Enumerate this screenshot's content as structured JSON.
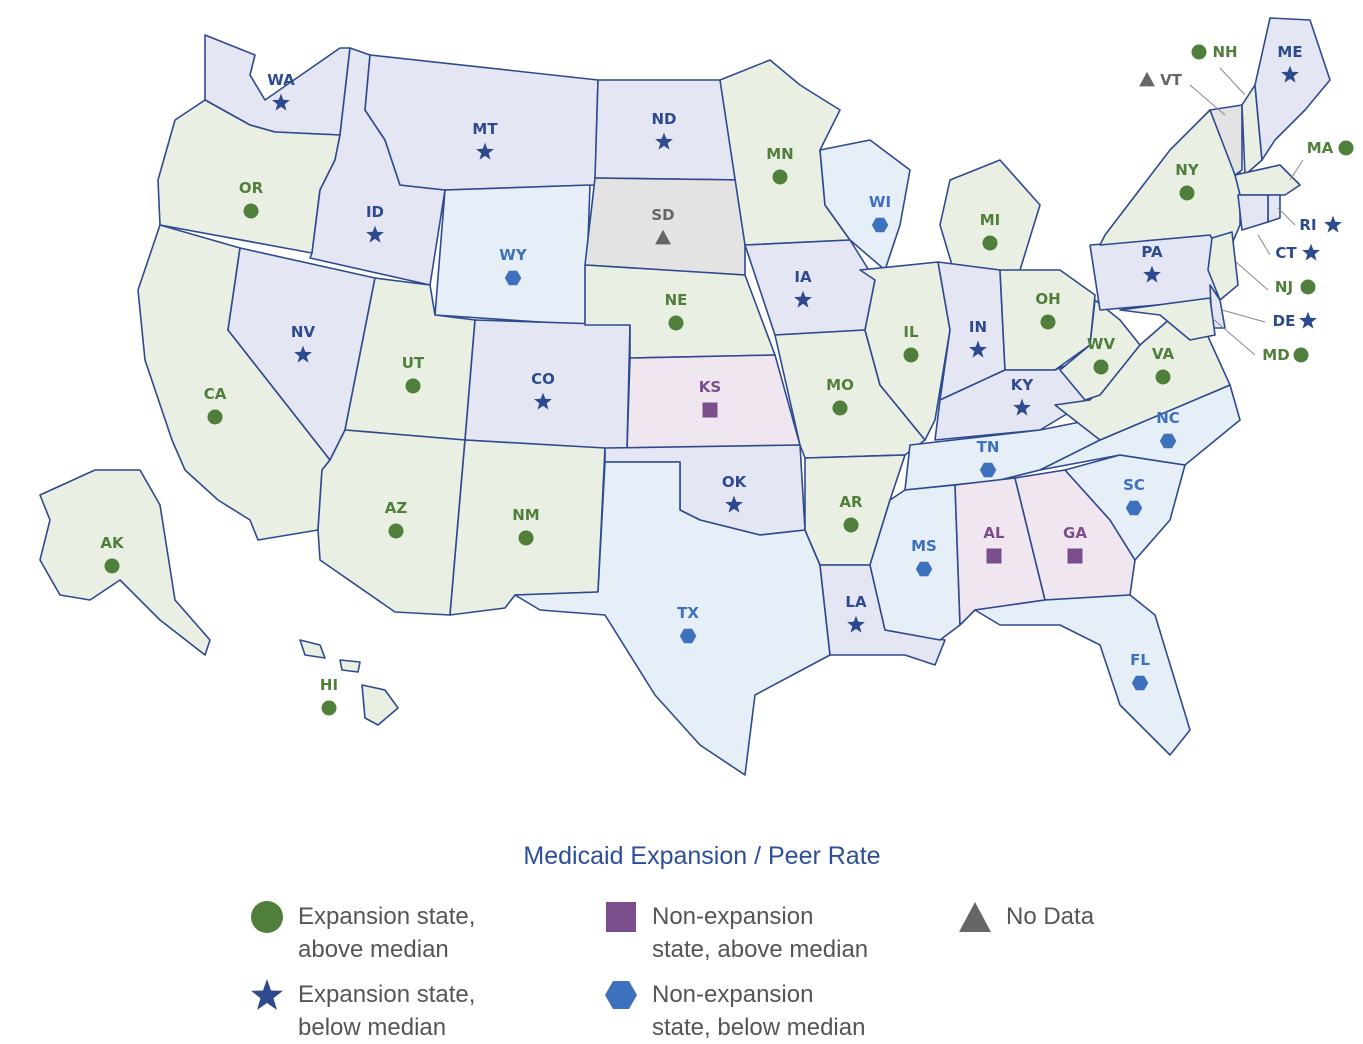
{
  "colors": {
    "expansion_fill": "#eaefe3",
    "expansion_above_marker": "#4f7f3a",
    "expansion_below_fill": "#e4e6f3",
    "expansion_below_marker": "#2e4a8f",
    "nonexp_above_fill": "#efe6f0",
    "nonexp_above_marker": "#7a4e8c",
    "nonexp_below_fill": "#e6eef8",
    "nonexp_below_marker": "#3d70bd",
    "nodata_fill": "#e3e3e3",
    "nodata_marker": "#666666",
    "border": "#2e4a8f"
  },
  "map": {
    "states": [
      {
        "abbr": "WA",
        "category": "expansion_below"
      },
      {
        "abbr": "OR",
        "category": "expansion_above"
      },
      {
        "abbr": "CA",
        "category": "expansion_above"
      },
      {
        "abbr": "ID",
        "category": "expansion_below"
      },
      {
        "abbr": "NV",
        "category": "expansion_below"
      },
      {
        "abbr": "MT",
        "category": "expansion_below"
      },
      {
        "abbr": "WY",
        "category": "nonexp_below"
      },
      {
        "abbr": "UT",
        "category": "expansion_above"
      },
      {
        "abbr": "AZ",
        "category": "expansion_above"
      },
      {
        "abbr": "CO",
        "category": "expansion_below"
      },
      {
        "abbr": "NM",
        "category": "expansion_above"
      },
      {
        "abbr": "ND",
        "category": "expansion_below"
      },
      {
        "abbr": "SD",
        "category": "no_data"
      },
      {
        "abbr": "NE",
        "category": "expansion_above"
      },
      {
        "abbr": "KS",
        "category": "nonexp_above"
      },
      {
        "abbr": "OK",
        "category": "expansion_below"
      },
      {
        "abbr": "TX",
        "category": "nonexp_below"
      },
      {
        "abbr": "MN",
        "category": "expansion_above"
      },
      {
        "abbr": "IA",
        "category": "expansion_below"
      },
      {
        "abbr": "MO",
        "category": "expansion_above"
      },
      {
        "abbr": "AR",
        "category": "expansion_above"
      },
      {
        "abbr": "LA",
        "category": "expansion_below"
      },
      {
        "abbr": "WI",
        "category": "nonexp_below"
      },
      {
        "abbr": "IL",
        "category": "expansion_above"
      },
      {
        "abbr": "MI",
        "category": "expansion_above"
      },
      {
        "abbr": "IN",
        "category": "expansion_below"
      },
      {
        "abbr": "OH",
        "category": "expansion_above"
      },
      {
        "abbr": "KY",
        "category": "expansion_below"
      },
      {
        "abbr": "TN",
        "category": "nonexp_below"
      },
      {
        "abbr": "MS",
        "category": "nonexp_below"
      },
      {
        "abbr": "AL",
        "category": "nonexp_above"
      },
      {
        "abbr": "GA",
        "category": "nonexp_above"
      },
      {
        "abbr": "FL",
        "category": "nonexp_below"
      },
      {
        "abbr": "SC",
        "category": "nonexp_below"
      },
      {
        "abbr": "NC",
        "category": "nonexp_below"
      },
      {
        "abbr": "VA",
        "category": "expansion_above"
      },
      {
        "abbr": "WV",
        "category": "expansion_above"
      },
      {
        "abbr": "PA",
        "category": "expansion_below"
      },
      {
        "abbr": "NY",
        "category": "expansion_above"
      },
      {
        "abbr": "VT",
        "category": "no_data"
      },
      {
        "abbr": "NH",
        "category": "expansion_above"
      },
      {
        "abbr": "ME",
        "category": "expansion_below"
      },
      {
        "abbr": "MA",
        "category": "expansion_above"
      },
      {
        "abbr": "RI",
        "category": "expansion_below"
      },
      {
        "abbr": "CT",
        "category": "expansion_below"
      },
      {
        "abbr": "NJ",
        "category": "expansion_above"
      },
      {
        "abbr": "DE",
        "category": "expansion_below"
      },
      {
        "abbr": "MD",
        "category": "expansion_above"
      },
      {
        "abbr": "AK",
        "category": "expansion_above"
      },
      {
        "abbr": "HI",
        "category": "expansion_above"
      }
    ]
  },
  "legend": {
    "title": "Medicaid Expansion / Peer Rate",
    "items": [
      {
        "key": "expansion_above",
        "label": "Expansion state,\nabove median",
        "shape": "circle-icon"
      },
      {
        "key": "expansion_below",
        "label": "Expansion state,\nbelow median",
        "shape": "star-icon"
      },
      {
        "key": "nonexp_above",
        "label": "Non-expansion\nstate, above median",
        "shape": "square-icon"
      },
      {
        "key": "nonexp_below",
        "label": "Non-expansion\nstate, below median",
        "shape": "hexagon-icon"
      },
      {
        "key": "no_data",
        "label": "No Data",
        "shape": "triangle-icon"
      }
    ]
  }
}
